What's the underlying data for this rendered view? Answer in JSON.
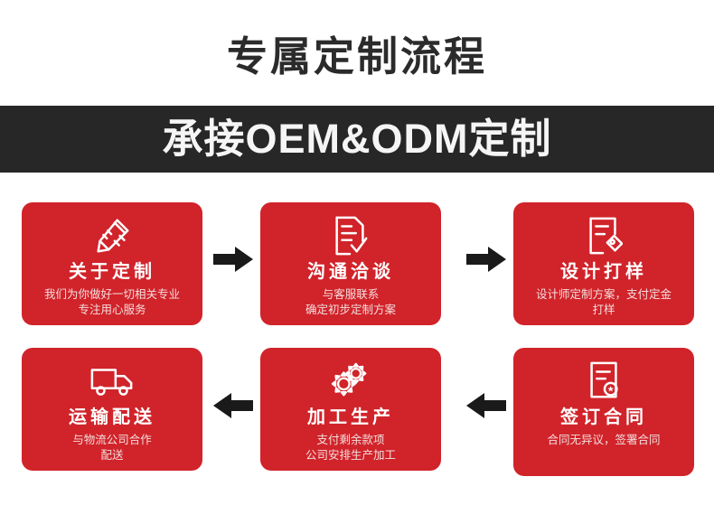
{
  "header": {
    "title": "专属定制流程",
    "banner_text": "承接OEM&ODM定制",
    "banner_bg": "#272727",
    "title_color": "#2b2b2b"
  },
  "theme": {
    "card_red": "#d1232a",
    "arrow_black": "#1a1a1a",
    "page_bg": "#ffffff"
  },
  "flow": {
    "steps": [
      {
        "index": "1",
        "icon": "pencil-ruler-icon",
        "title": "关于定制",
        "desc_line1": "我们为你做好一切相关专业",
        "desc_line2": "专注用心服务"
      },
      {
        "index": "2",
        "icon": "document-check-icon",
        "title": "沟通洽谈",
        "desc_line1": "与客服联系",
        "desc_line2": "确定初步定制方案"
      },
      {
        "index": "3",
        "icon": "document-tag-icon",
        "title": "设计打样",
        "desc_line1": "设计师定制方案，支付定金",
        "desc_line2": "打样"
      },
      {
        "index": "4",
        "icon": "contract-seal-icon",
        "title": "签订合同",
        "desc_line1": "合同无异议，签署合同",
        "desc_line2": ""
      },
      {
        "index": "5",
        "icon": "gears-icon",
        "title": "加工生产",
        "desc_line1": "支付剩余款项",
        "desc_line2": "公司安排生产加工"
      },
      {
        "index": "6",
        "icon": "delivery-truck-icon",
        "title": "运输配送",
        "desc_line1": "与物流公司合作",
        "desc_line2": "配送"
      }
    ],
    "arrows": [
      {
        "name": "arrow-step1-to-step2",
        "direction": "right"
      },
      {
        "name": "arrow-step2-to-step3",
        "direction": "right"
      },
      {
        "name": "arrow-step4-to-step5",
        "direction": "left"
      },
      {
        "name": "arrow-step5-to-step6",
        "direction": "left"
      }
    ]
  }
}
